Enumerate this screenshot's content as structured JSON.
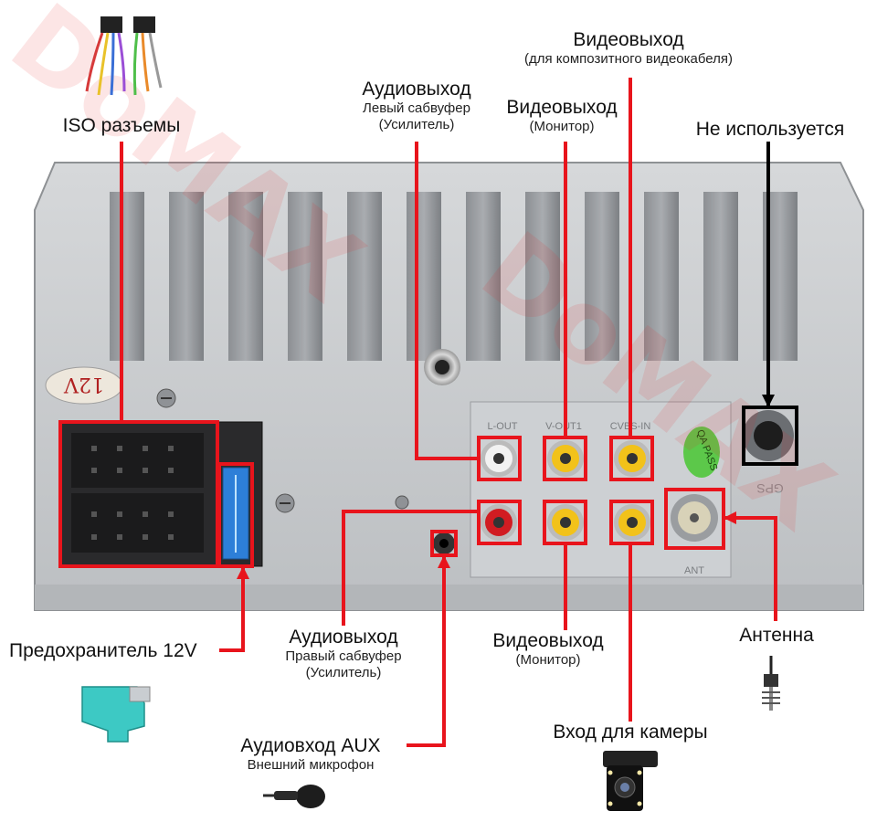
{
  "watermark": "DoMAX",
  "unit": {
    "badge_12v": "12V",
    "port_labels": {
      "l_out": "L-OUT",
      "v_out1": "V-OUT1",
      "cvbs_in": "CVBS-IN",
      "ant": "ANT",
      "gps": "GPS",
      "qa_pass": "QA\nPASS"
    }
  },
  "callouts": {
    "iso": {
      "main": "ISO разъемы"
    },
    "audio_out_left": {
      "main": "Аудиовыход",
      "sub1": "Левый сабвуфер",
      "sub2": "(Усилитель)"
    },
    "video_out_monitor_top": {
      "main": "Видеовыход",
      "sub1": "(Монитор)"
    },
    "video_out_composite": {
      "main": "Видеовыход",
      "sub1": "(для композитного видеокабеля)"
    },
    "not_used": {
      "main": "Не используется"
    },
    "fuse": {
      "main": "Предохранитель 12V"
    },
    "audio_out_right": {
      "main": "Аудиовыход",
      "sub1": "Правый сабвуфер",
      "sub2": "(Усилитель)"
    },
    "video_out_monitor_bottom": {
      "main": "Видеовыход",
      "sub1": "(Монитор)"
    },
    "antenna": {
      "main": "Антенна"
    },
    "aux_in": {
      "main": "Аудиовход AUX",
      "sub1": "Внешний микрофон"
    },
    "camera_in": {
      "main": "Вход для камеры"
    }
  },
  "colors": {
    "highlight": "#e8141c",
    "black_highlight": "#000000",
    "rca_white": "#f2f2f2",
    "rca_red": "#d11c22",
    "rca_yellow": "#f2c21a",
    "fuse_blue": "#2d7fd8",
    "fuse_teal": "#3dc9c4",
    "panel": "#c9cbce"
  }
}
